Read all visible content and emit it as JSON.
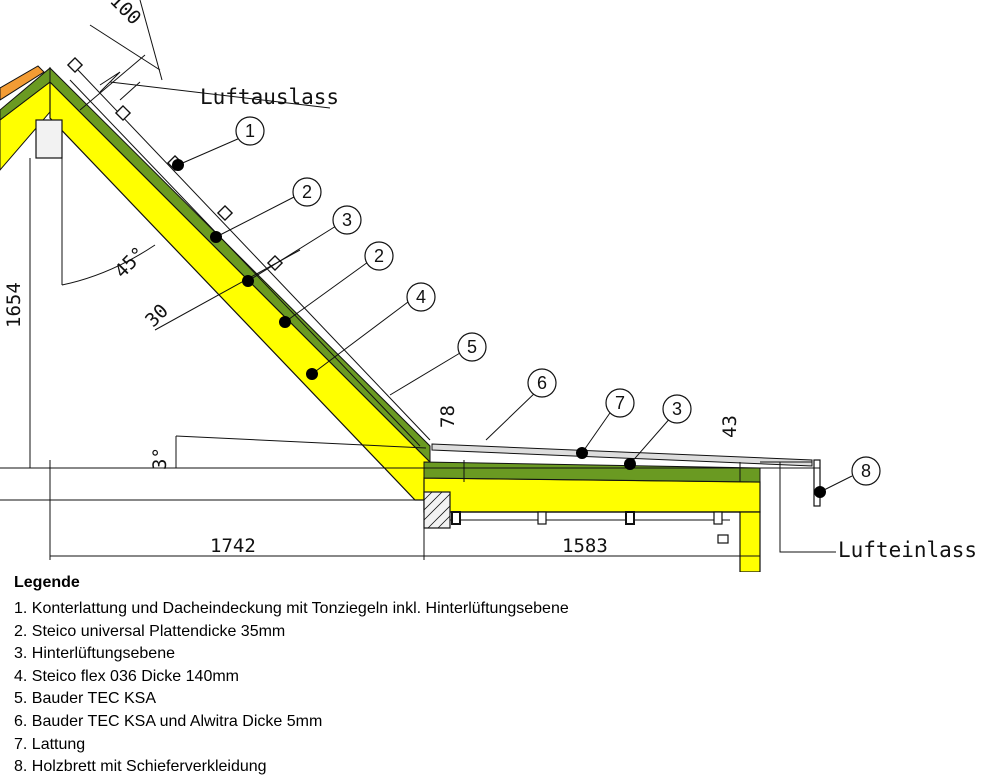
{
  "labels": {
    "luftauslass": "Luftauslass",
    "lufteinlass": "Lufteinlass"
  },
  "dimensions": {
    "top": "100",
    "angle_ridge": "45°",
    "gap": "30",
    "height": "1654",
    "pitch": "3°",
    "vert_a": "78",
    "vert_b": "43",
    "width_left": "1742",
    "width_right": "1583"
  },
  "callouts": [
    "1",
    "2",
    "3",
    "2",
    "4",
    "5",
    "6",
    "7",
    "3",
    "8"
  ],
  "colors": {
    "insulation": "#ffff00",
    "board": "#6a9a22",
    "tiles": "#f39c34",
    "line": "#111111"
  },
  "legend": {
    "title": "Legende",
    "items": [
      "1. Konterlattung und Dacheindeckung  mit Tonziegeln inkl. Hinterlüftungsebene",
      "2. Steico universal  Plattendicke 35mm",
      "3. Hinterlüftungsebene",
      "4. Steico flex 036 Dicke 140mm",
      "5. Bauder TEC KSA",
      "6. Bauder TEC KSA und Alwitra Dicke 5mm",
      "7. Lattung",
      "8. Holzbrett mit Schieferverkleidung"
    ]
  }
}
